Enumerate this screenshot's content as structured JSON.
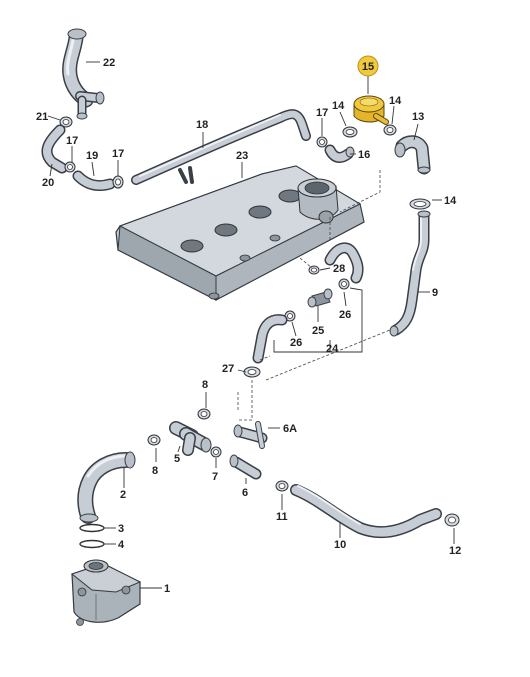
{
  "diagram": {
    "highlight_color": "#f0c93c",
    "part_color": "#c6cdd5",
    "labels": {
      "p1": "1",
      "p2": "2",
      "p3": "3",
      "p4": "4",
      "p5": "5",
      "p6": "6",
      "p6a": "6A",
      "p7": "7",
      "p8a": "8",
      "p8b": "8",
      "p9": "9",
      "p10": "10",
      "p11": "11",
      "p12": "12",
      "p13": "13",
      "p14a": "14",
      "p14b": "14",
      "p14c": "14",
      "p15": "15",
      "p16": "16",
      "p17a": "17",
      "p17b": "17",
      "p17c": "17",
      "p18": "18",
      "p19": "19",
      "p20": "20",
      "p21": "21",
      "p22": "22",
      "p23": "23",
      "p24": "24",
      "p25": "25",
      "p26a": "26",
      "p26b": "26",
      "p27": "27",
      "p28": "28"
    }
  }
}
